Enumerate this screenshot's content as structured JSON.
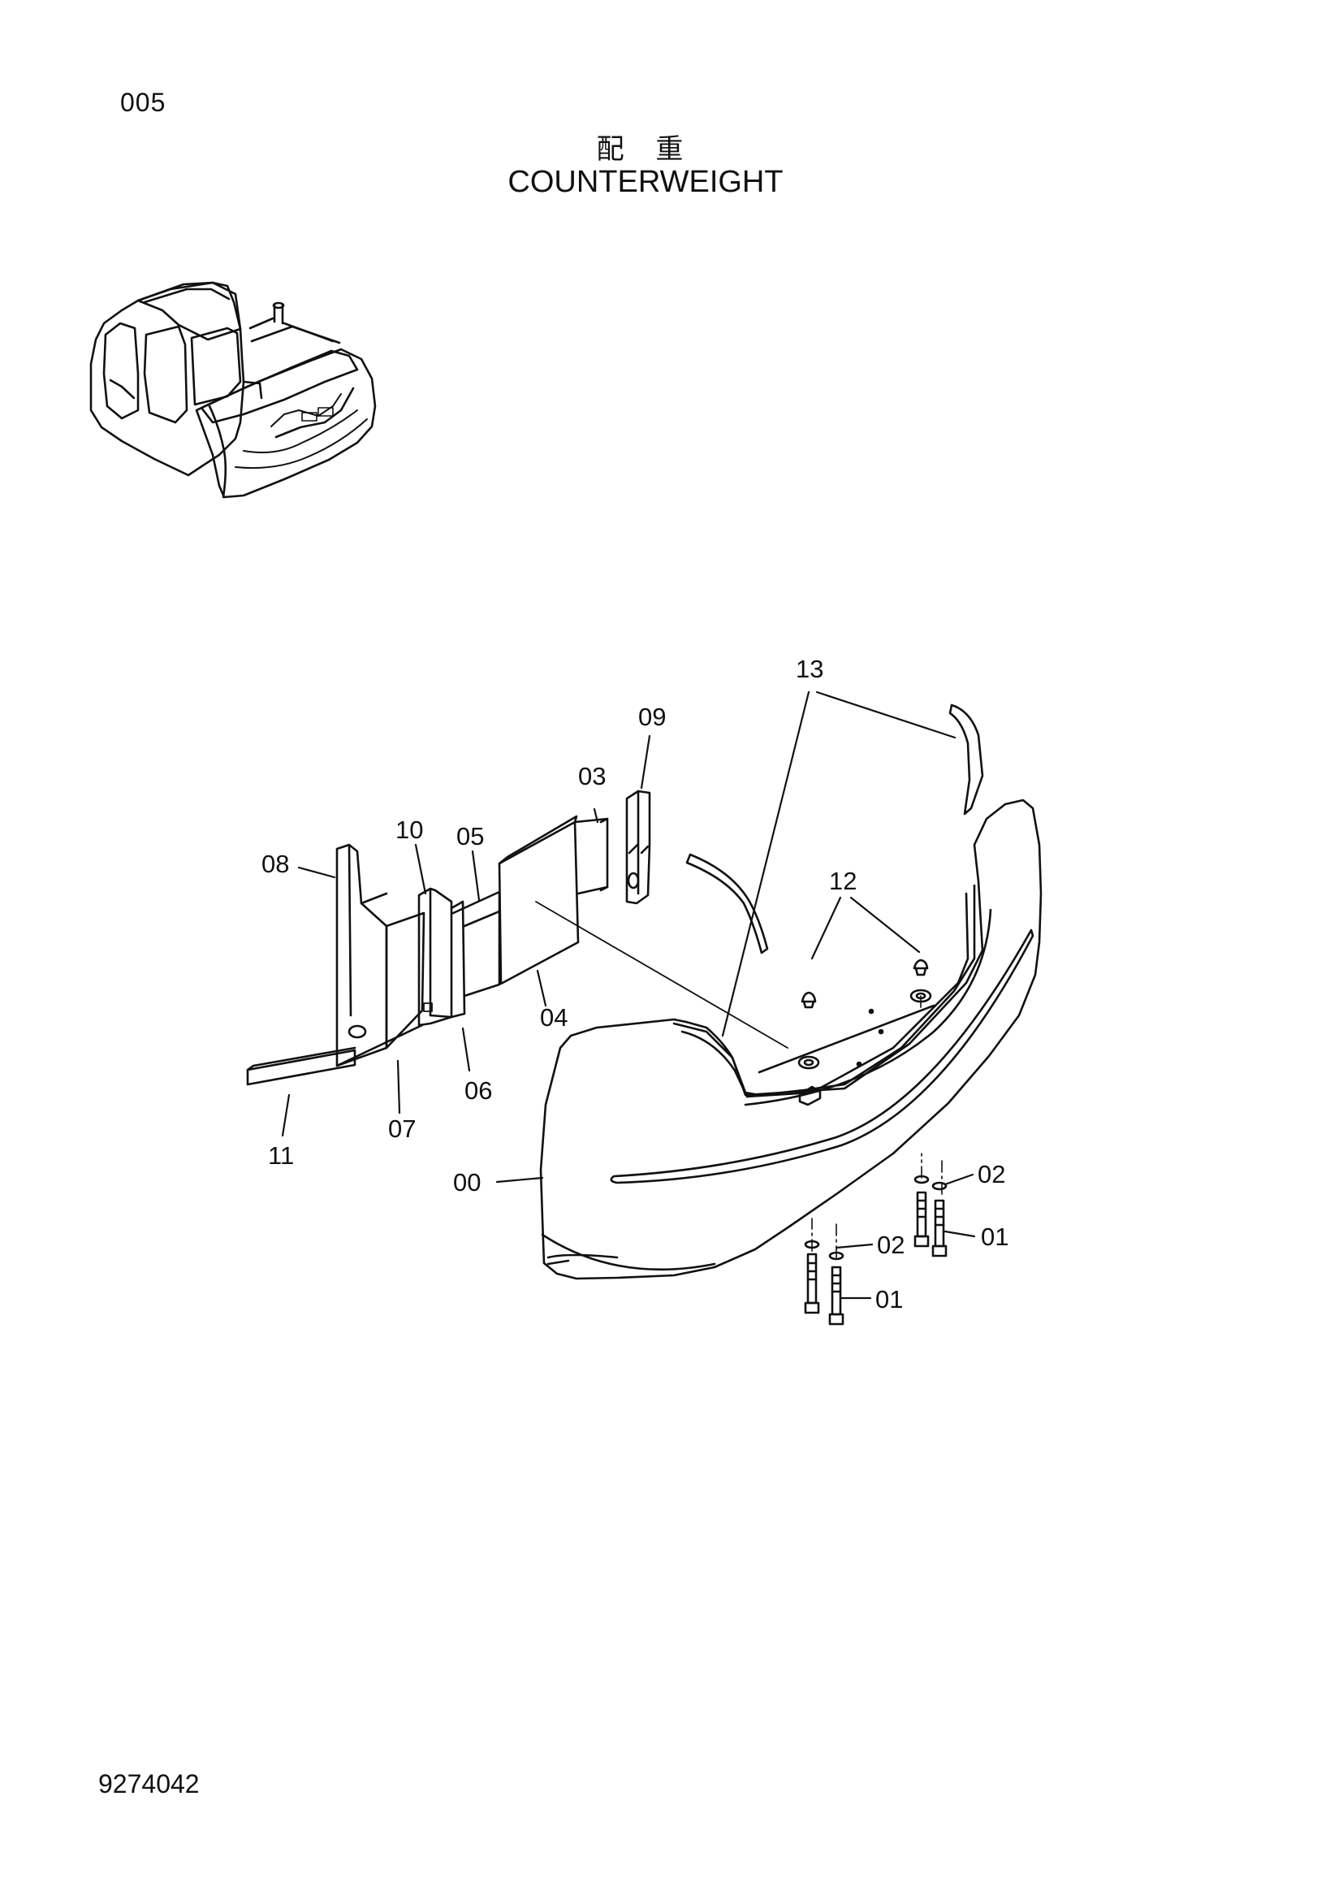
{
  "header": {
    "page_code": "005",
    "title_jp": "配 重",
    "title_en": "COUNTERWEIGHT"
  },
  "diagram": {
    "callouts": {
      "p00": "00",
      "p01a": "01",
      "p01b": "01",
      "p02a": "02",
      "p02b": "02",
      "p03": "03",
      "p04": "04",
      "p05": "05",
      "p06": "06",
      "p07": "07",
      "p08": "08",
      "p09": "09",
      "p10": "10",
      "p11": "11",
      "p12": "12",
      "p13": "13"
    }
  },
  "footer": {
    "doc_number": "9274042"
  }
}
